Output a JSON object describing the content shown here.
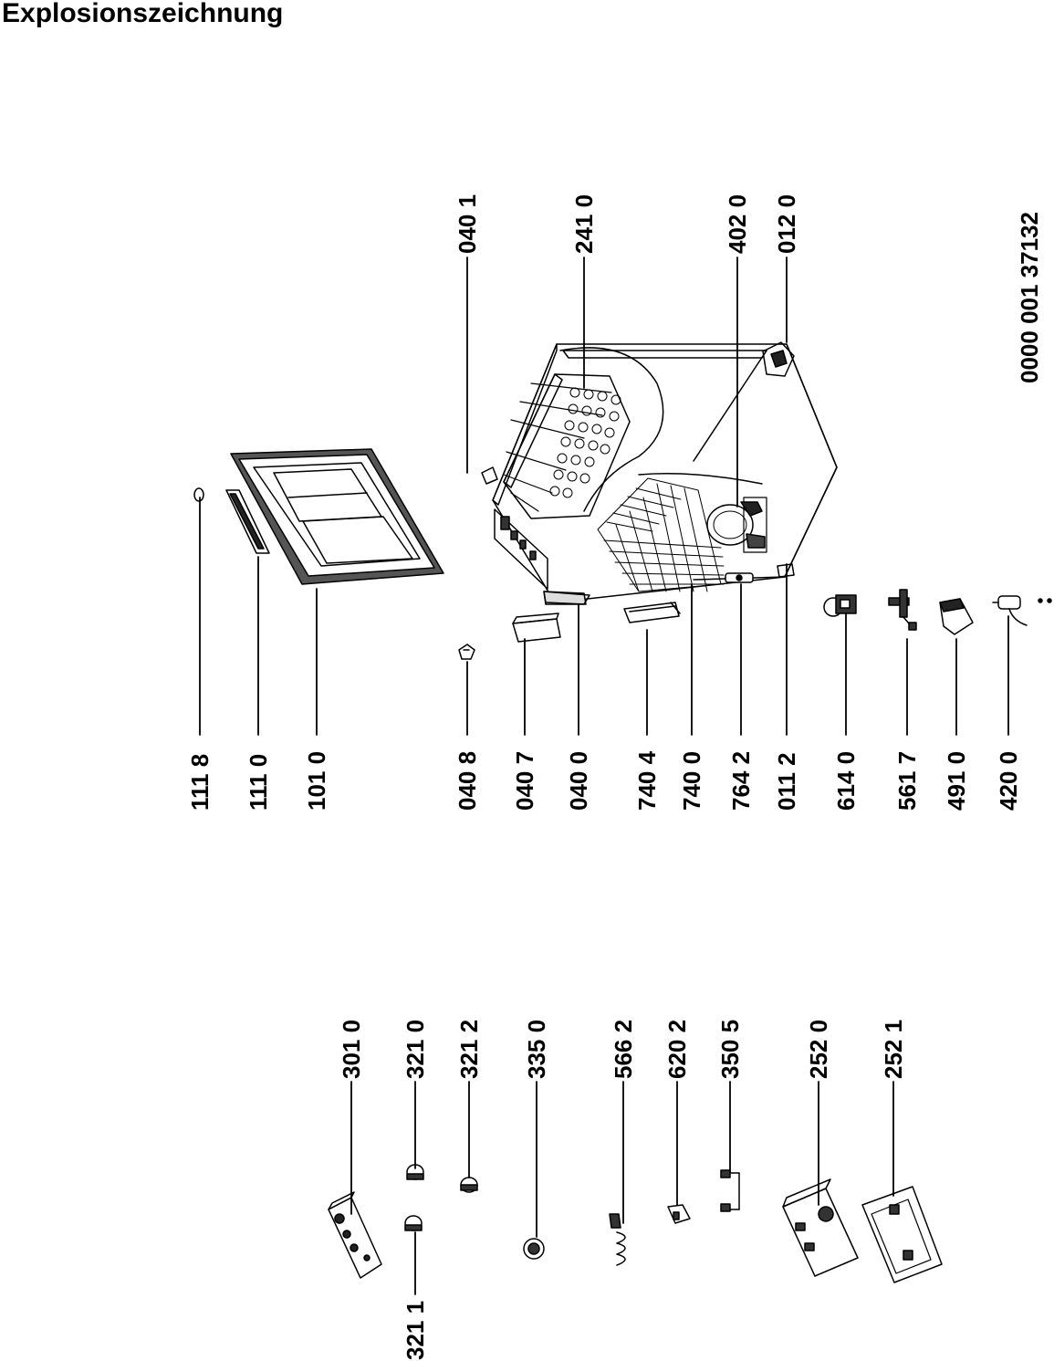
{
  "title": "Explosionszeichnung",
  "document_number": "0000 001 37132",
  "labels": {
    "l1118": "111 8",
    "l1110": "111 0",
    "l1010": "101 0",
    "l0408": "040 8",
    "l0407": "040 7",
    "l0400": "040 0",
    "l7404": "740 4",
    "l7400": "740 0",
    "l7642": "764 2",
    "l0112": "011 2",
    "l6140": "614 0",
    "l5617": "561 7",
    "l4910": "491 0",
    "l4200": "420 0",
    "l0401": "040 1",
    "l2410": "241 0",
    "l4020": "402 0",
    "l0120": "012 0",
    "l3010": "301 0",
    "l3210": "321 0",
    "l3212": "321 2",
    "l3350": "335 0",
    "l5662": "566 2",
    "l6202": "620 2",
    "l3505": "350 5",
    "l2520": "252 0",
    "l2521": "252 1",
    "l3211": "321 1"
  }
}
